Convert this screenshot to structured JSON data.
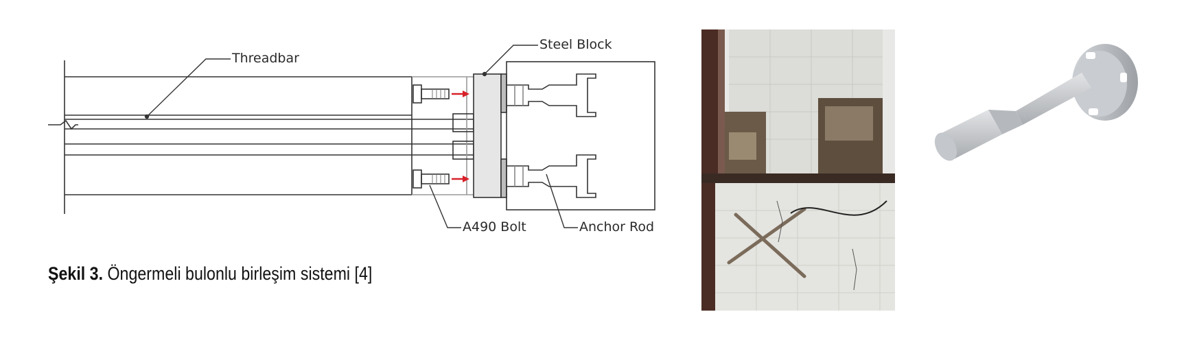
{
  "diagram": {
    "labels": {
      "threadbar": "Threadbar",
      "steel_block": "Steel Block",
      "a490_bolt": "A490 Bolt",
      "anchor_rod": "Anchor Rod"
    }
  },
  "caption": {
    "label": "Şekil  3.",
    "text": " Öngermeli bulonlu birleşim sistemi [4]"
  }
}
